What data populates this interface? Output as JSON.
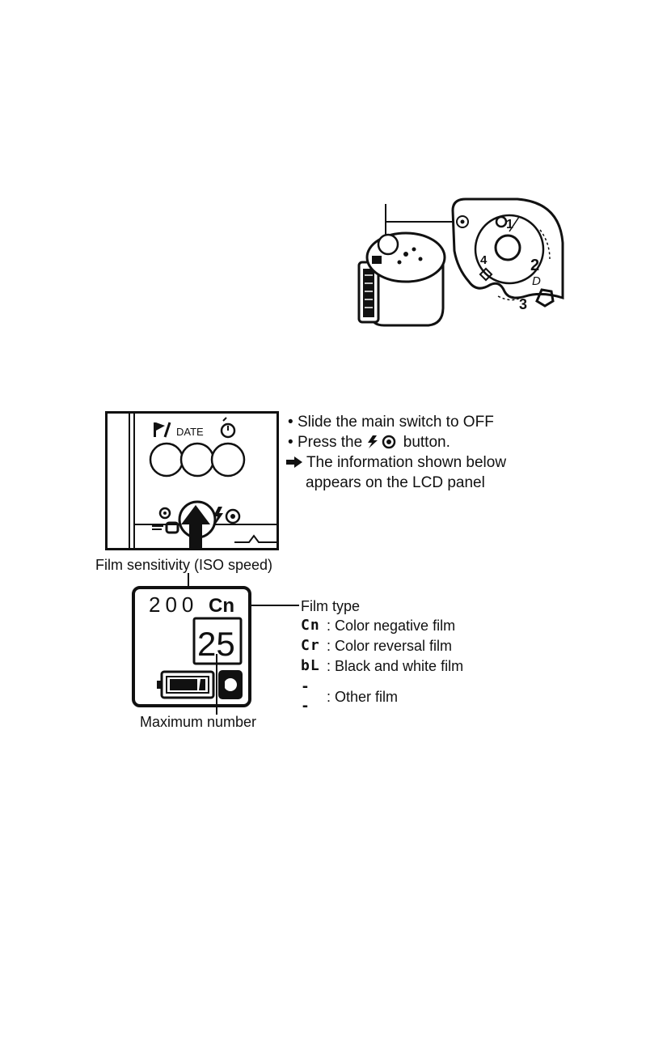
{
  "instructions": [
    "Slide the main switch to OFF",
    "Press the",
    "button.",
    "The information shown below",
    "appears on the LCD panel"
  ],
  "camera_panel": {
    "button_labels": [
      "DATE"
    ]
  },
  "lcd": {
    "film_sensitivity_label": "Film sensitivity (ISO speed)",
    "iso_readout": "200",
    "type_readout": "Cn",
    "count_readout": "25",
    "max_number_label": "Maximum number",
    "film_type_label": "Film type"
  },
  "film_types": [
    {
      "code": "Cn",
      "desc": ": Color negative film"
    },
    {
      "code": "Cr",
      "desc": ": Color reversal film"
    },
    {
      "code": "bL",
      "desc": ": Black and white film"
    },
    {
      "code": "- -",
      "desc": ": Other film"
    }
  ],
  "dial": {
    "numbers": [
      "1",
      "2",
      "3",
      "4"
    ],
    "letter": "D"
  },
  "colors": {
    "ink": "#111111",
    "paper": "#ffffff"
  },
  "icons": [
    "film-cartridge-icon",
    "dial-icon",
    "flag-icon",
    "self-timer-icon",
    "flash-redeye-icon",
    "arrow-up-icon",
    "battery-icon",
    "film-rewind-icon"
  ]
}
